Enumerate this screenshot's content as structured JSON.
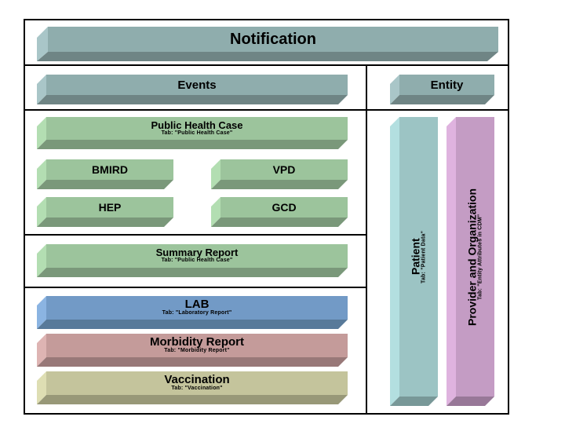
{
  "diagram": {
    "notification": {
      "title": "Notification"
    },
    "events": {
      "title": "Events"
    },
    "entity": {
      "title": "Entity"
    },
    "public_health_case": {
      "title": "Public Health Case",
      "tab": "Tab: \"Public Health Case\""
    },
    "bmird": {
      "title": "BMIRD"
    },
    "vpd": {
      "title": "VPD"
    },
    "hep": {
      "title": "HEP"
    },
    "gcd": {
      "title": "GCD"
    },
    "summary_report": {
      "title": "Summary Report",
      "tab": "Tab: \"Public Health Case\""
    },
    "lab": {
      "title": "LAB",
      "tab": "Tab: \"Laboratory Report\""
    },
    "morbidity_report": {
      "title": "Morbidity Report",
      "tab": "Tab: \"Morbidity Report\""
    },
    "vaccination": {
      "title": "Vaccination",
      "tab": "Tab: \"Vaccination\""
    },
    "patient": {
      "title": "Patient",
      "tab": "Tab: \"Patient Data\""
    },
    "provider_org": {
      "title": "Provider and Organization",
      "tab": "Tab: \"Entity Attributes in CDM\""
    }
  },
  "colors": {
    "gray_teal": {
      "front": "#8fadad",
      "side": "#a9c6c8",
      "bottom": "#6f8585"
    },
    "green": {
      "front": "#9cc49c",
      "side": "#b3deb2",
      "bottom": "#7a987a"
    },
    "blue": {
      "front": "#729ac6",
      "side": "#8bb4e2",
      "bottom": "#587a9a"
    },
    "rose": {
      "front": "#c49b9a",
      "side": "#deb4b3",
      "bottom": "#987878"
    },
    "khaki": {
      "front": "#c4c49c",
      "side": "#dedeb3",
      "bottom": "#989878"
    },
    "aqua": {
      "front": "#9cc4c4",
      "side": "#b3dfe0",
      "bottom": "#789898"
    },
    "purple": {
      "front": "#c49cc4",
      "side": "#dfb3df",
      "bottom": "#987898"
    }
  }
}
